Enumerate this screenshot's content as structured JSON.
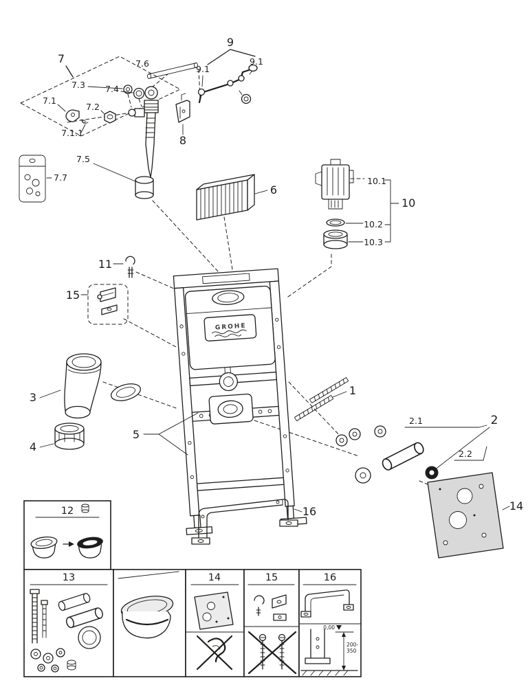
{
  "colors": {
    "line": "#1d1d1b",
    "panel_gray": "#d9d9d9",
    "background": "#ffffff"
  },
  "brand_logo": "GROHE",
  "callouts": {
    "c1": "1",
    "c2": "2",
    "c2_1": "2.1",
    "c2_2": "2.2",
    "c3": "3",
    "c4": "4",
    "c5": "5",
    "c6": "6",
    "c7": "7",
    "c7_1": "7.1",
    "c7_1_1": "7.1.1",
    "c7_2": "7.2",
    "c7_3": "7.3",
    "c7_4": "7.4",
    "c7_5": "7.5",
    "c7_6": "7.6",
    "c7_7": "7.7",
    "c8": "8",
    "c9": "9",
    "c9_1_left": "9.1",
    "c9_1_right": "9.1",
    "c10": "10",
    "c10_1": "10.1",
    "c10_2": "10.2",
    "c10_3": "10.3",
    "c11": "11",
    "c14": "14",
    "c15": "15",
    "c16": "16"
  },
  "panels": {
    "p12": "12",
    "p13": "13",
    "p14": "14",
    "p15": "15",
    "p16": "16"
  },
  "dimensions": {
    "floor_level": "0,00",
    "depth_range_top": "200-",
    "depth_range_bottom": "350"
  }
}
